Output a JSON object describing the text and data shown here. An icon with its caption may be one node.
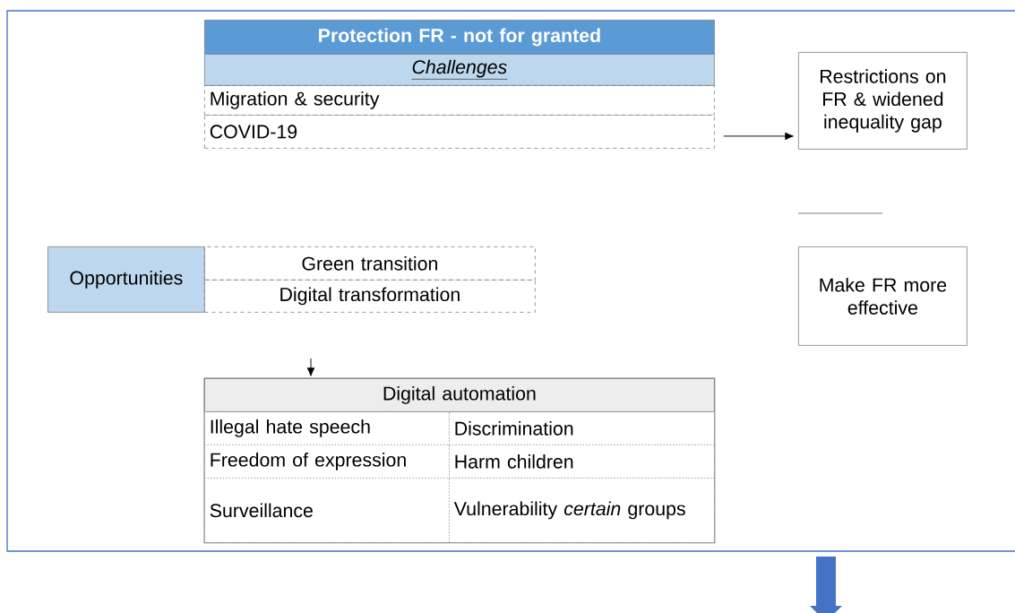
{
  "diagram": {
    "nodes": [
      {
        "text": [
          "Protection FR - not for granted"
        ]
      },
      {
        "text": [
          "Challenges"
        ]
      },
      {
        "text": [
          "Migration & security"
        ]
      },
      {
        "text": [
          "COVID-19"
        ]
      },
      {
        "text": [
          "Restrictions on FR & widened inequality gap"
        ]
      },
      {
        "text": [
          "Opportunities"
        ]
      },
      {
        "text": [
          "Green transition"
        ]
      },
      {
        "text": [
          "Digital transformation"
        ]
      },
      {
        "text": [
          "Make FR more effective"
        ]
      },
      {
        "text": [
          "Digital automation"
        ]
      },
      {
        "text": [
          "Illegal hate speech"
        ]
      },
      {
        "text": [
          "Discrimination"
        ]
      },
      {
        "text": [
          "Freedom of expression"
        ]
      },
      {
        "text": [
          "Harm children"
        ]
      },
      {
        "text": [
          "Surveillance"
        ]
      },
      {
        "text": [
          "Vulnerability *certain* groups"
        ]
      }
    ],
    "edges": [
      {
        "from": 3,
        "to": 4,
        "arrow": "to"
      },
      {
        "from": null,
        "to": 9,
        "arrow": "to"
      }
    ]
  }
}
